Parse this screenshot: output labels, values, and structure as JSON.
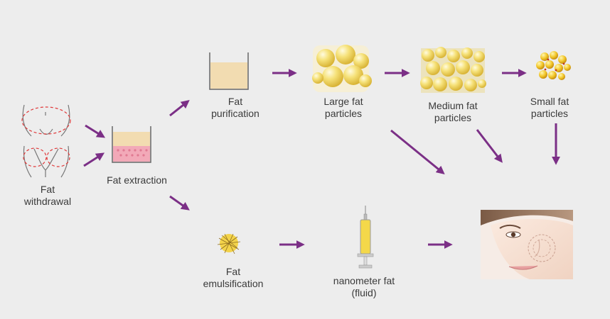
{
  "labels": {
    "fat_withdrawal": "Fat\nwithdrawal",
    "fat_extraction": "Fat extraction",
    "fat_purification": "Fat\npurification",
    "large_fat_particles": "Large fat\nparticles",
    "medium_fat_particles": "Medium fat\nparticles",
    "small_fat_particles": "Small fat\nparticles",
    "fat_emulsification": "Fat\nemulsification",
    "nanometer_fat": "nanometer fat\n(fluid)"
  },
  "colors": {
    "arrow": "#7b2f86",
    "background": "#ededed",
    "fat": "#f2dcb1",
    "blood": "#f2a9b8",
    "particle": "#f3dd6e",
    "text": "#3a3a3a"
  },
  "icons": {
    "body": "abdomen-thigh-outline-icon",
    "beaker": "beaker-icon",
    "particles": "fat-particle-cluster-icon",
    "syringe": "syringe-icon",
    "face": "female-face-icon"
  }
}
